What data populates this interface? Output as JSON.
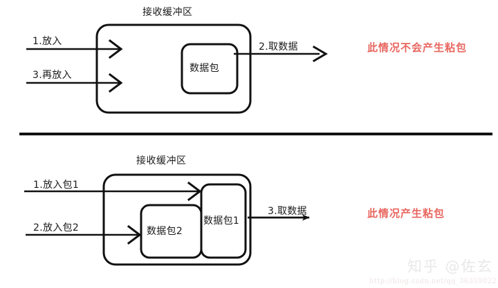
{
  "diagram": {
    "title_top": "接收缓冲区",
    "title_bottom": "接收缓冲区",
    "stroke_color": "#111111",
    "note_color": "#e8665f",
    "sections": [
      {
        "id": "no-sticky",
        "buffer_title": "接收缓冲区",
        "packets": [
          {
            "id": "packet-top",
            "label": "数据包"
          }
        ],
        "flows": [
          {
            "id": "flow-1",
            "label": "1.放入"
          },
          {
            "id": "flow-3",
            "label": "3.再放入"
          },
          {
            "id": "flow-2",
            "label": "2.取数据"
          }
        ],
        "note": "此情况不会产生粘包"
      },
      {
        "id": "sticky",
        "buffer_title": "接收缓冲区",
        "packets": [
          {
            "id": "packet-1",
            "label": "数据包1"
          },
          {
            "id": "packet-2",
            "label": "数据包2"
          }
        ],
        "flows": [
          {
            "id": "flow-b1",
            "label": "1.放入包1"
          },
          {
            "id": "flow-b2",
            "label": "2.放入包2"
          },
          {
            "id": "flow-b3",
            "label": "3.取数据"
          }
        ],
        "note": "此情况产生粘包"
      }
    ]
  },
  "watermark": {
    "site": "知乎 @佐玄",
    "url": "http://blog.csdn.net/qq_36359022"
  }
}
